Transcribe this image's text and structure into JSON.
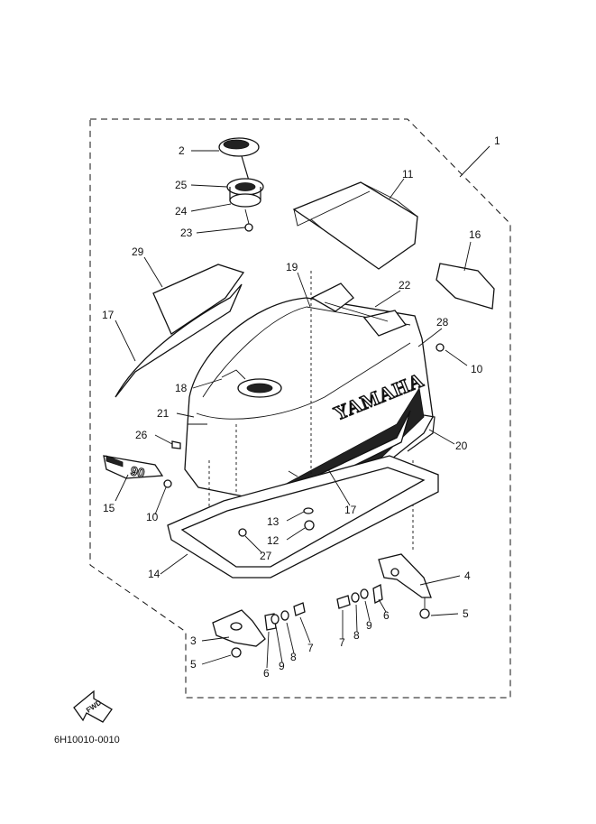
{
  "diagram": {
    "part_code": "6H10010-0010",
    "fwd_label": "FWD",
    "brand_text": "YAMAHA",
    "badge_text": "90",
    "callouts": [
      "1",
      "2",
      "25",
      "24",
      "23",
      "11",
      "29",
      "19",
      "16",
      "22",
      "17",
      "28",
      "10",
      "18",
      "21",
      "26",
      "20",
      "15",
      "10",
      "17",
      "13",
      "12",
      "27",
      "14",
      "4",
      "5",
      "3",
      "5",
      "6",
      "9",
      "8",
      "7",
      "7",
      "8",
      "9",
      "6"
    ]
  }
}
